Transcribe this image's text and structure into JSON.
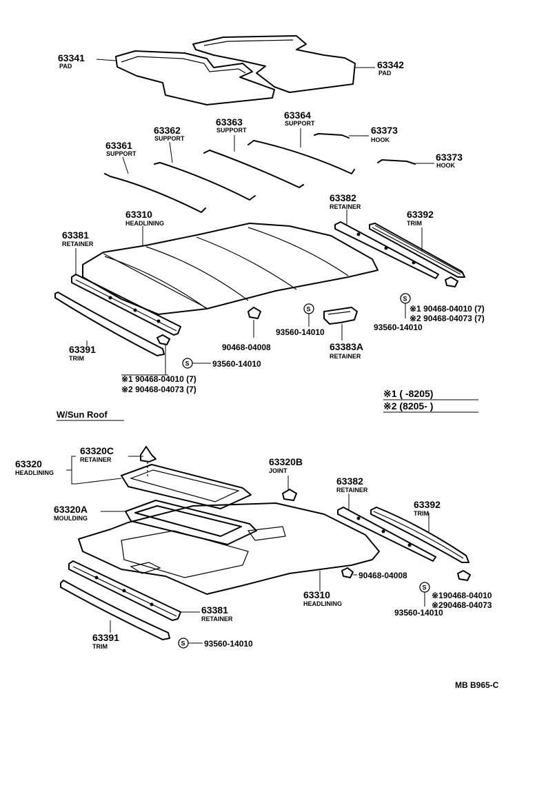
{
  "upper": {
    "pad_left": {
      "num": "63341",
      "name": "PAD"
    },
    "pad_right": {
      "num": "63342",
      "name": "PAD"
    },
    "support1": {
      "num": "63361",
      "name": "SUPPORT"
    },
    "support2": {
      "num": "63362",
      "name": "SUPPORT"
    },
    "support3": {
      "num": "63363",
      "name": "SUPPORT"
    },
    "support4": {
      "num": "63364",
      "name": "SUPPORT"
    },
    "hook1": {
      "num": "63373",
      "name": "HOOK"
    },
    "hook2": {
      "num": "63373",
      "name": "HOOK"
    },
    "headlining": {
      "num": "63310",
      "name": "HEADLINING"
    },
    "retainer_front": {
      "num": "63381",
      "name": "RETAINER"
    },
    "retainer_rear": {
      "num": "63382",
      "name": "RETAINER"
    },
    "trim_rear": {
      "num": "63392",
      "name": "TRIM"
    },
    "trim_front": {
      "num": "63391",
      "name": "TRIM"
    },
    "clip_center": "90468-04008",
    "screw_center": "93560-14010",
    "retainer_a": {
      "num": "63383A",
      "name": "RETAINER"
    },
    "screw_front": "93560-14010",
    "right_clip1": "※1 90468-04010 (7)",
    "right_clip2": "※2 90468-04073 (7)",
    "right_screw": "93560-14010",
    "front_clip1": "※1 90468-04010 (7)",
    "front_clip2": "※2 90468-04073 (7)"
  },
  "note": {
    "line1": "※1 (        -8205)",
    "line2": "※2 (8205-        )"
  },
  "section_title": "W/Sun Roof",
  "lower": {
    "headlining_assy": {
      "num": "63320",
      "name": "HEADLINING"
    },
    "retainer_c": {
      "num": "63320C",
      "name": "RETAINER"
    },
    "joint": {
      "num": "63320B",
      "name": "JOINT"
    },
    "moulding": {
      "num": "63320A",
      "name": "MOULDING"
    },
    "retainer_rear": {
      "num": "63382",
      "name": "RETAINER"
    },
    "trim_rear": {
      "num": "63392",
      "name": "TRIM"
    },
    "clip": "90468-04008",
    "headlining": {
      "num": "63310",
      "name": "HEADLINING"
    },
    "clip1": "※190468-04010",
    "clip2": "※290468-04073",
    "screw_right": "93560-14010",
    "retainer_front": {
      "num": "63381",
      "name": "RETAINER"
    },
    "trim_front": {
      "num": "63391",
      "name": "TRIM"
    },
    "screw_front": "93560-14010"
  },
  "screw_symbol": "S",
  "code": "MB B965-C"
}
